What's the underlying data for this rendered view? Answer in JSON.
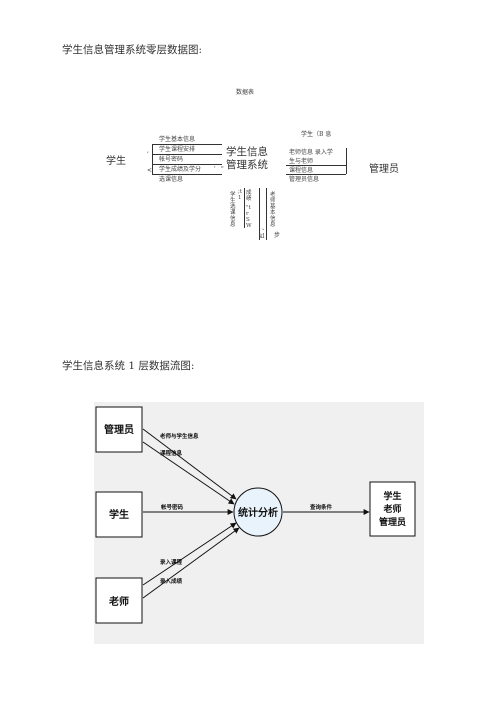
{
  "heading0": "学生信息管理系统零层数据图:",
  "heading1": "学生信息系统 1 层数据流图:",
  "zero": {
    "datastore": "数据表",
    "student": "学生",
    "system": [
      "学生信息",
      "管理系统"
    ],
    "admin": "管理员",
    "left_labels": [
      "学生基本信息",
      "学生课程安排",
      "帐号密码",
      "学生成绩及学分",
      "选课信息"
    ],
    "left_marks": [
      ",",
      "<",
      "\"",
      "'"
    ],
    "right_top": "学生（B 息",
    "right_labels": [
      "老师信息  录入学",
      "生与老师",
      "课程信息",
      "管理员信息"
    ],
    "vert_a": "学生选课信息",
    "vert_b": [
      ";",
      "t",
      "1",
      "成",
      "绩",
      "\"",
      "t",
      "r",
      "S",
      "W"
    ],
    "vert_c": "老师基本信息",
    "vert_c_bottom": "kl",
    "vert_d": "步",
    "vert_dash": "、"
  },
  "one": {
    "admin": "管理员",
    "student": "学生",
    "teacher": "老师",
    "center": "统计分析",
    "target": [
      "学生",
      "老师",
      "管理员"
    ],
    "flows": {
      "admin_1": "老师与学生信息",
      "admin_2": "课程信息",
      "student": "帐号密码",
      "teacher_1": "录入课程",
      "teacher_2": "录入成绩",
      "output": "查询条件"
    }
  }
}
